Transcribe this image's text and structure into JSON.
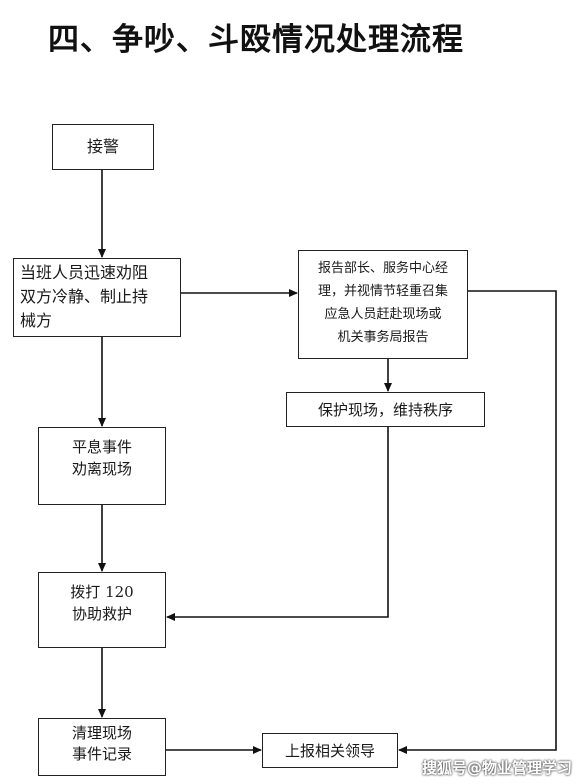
{
  "title": "四、争吵、斗殴情况处理流程",
  "nodes": {
    "receive": "接警",
    "stop": [
      "当班人员迅速劝阻",
      "双方冷静、制止持",
      "械方"
    ],
    "report": [
      "报告部长、服务中心经",
      "理，并视情节轻重召集",
      "应急人员赶赴现场或",
      "机关事务局报告"
    ],
    "protect": "保护现场，维持秩序",
    "calm": [
      "平息事件",
      "劝离现场"
    ],
    "call": [
      "拨打 120",
      "协助救护"
    ],
    "clean": [
      "清理现场",
      "事件记录"
    ],
    "upreport": "上报相关领导"
  },
  "watermark": "搜狐号@物业管理学习"
}
